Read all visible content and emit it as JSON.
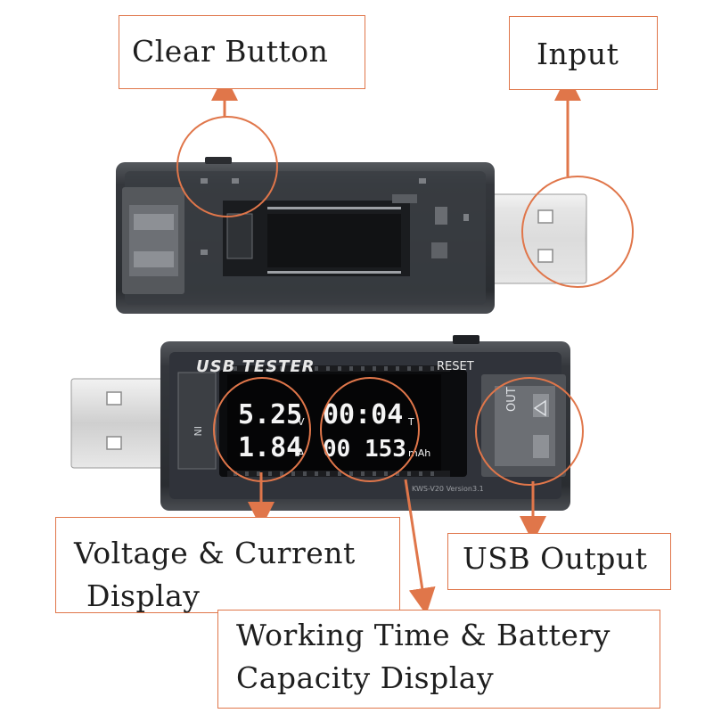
{
  "labels": {
    "clear_button": "Clear Button",
    "input": "Input",
    "voltage_current_line1": "Voltage & Current",
    "voltage_current_line2": "Display",
    "usb_output": "USB Output",
    "working_time_line1": "Working Time & Battery",
    "working_time_line2": "Capacity Display"
  },
  "device": {
    "brand_text": "USB TESTER",
    "reset_text": "RESET",
    "out_text": "OUT",
    "in_text": "IN",
    "version_text": "KWS-V20 Version3.1",
    "lcd": {
      "voltage": "5.25",
      "voltage_unit": "V",
      "current": "1.84",
      "current_unit": "A",
      "time": "00:04",
      "time_unit": "T",
      "capacity": "00 153",
      "capacity_unit": "mAh"
    }
  },
  "colors": {
    "accent": "#e0764a",
    "device_body": "#2b2e33",
    "lcd_text": "#f4f4f4"
  }
}
